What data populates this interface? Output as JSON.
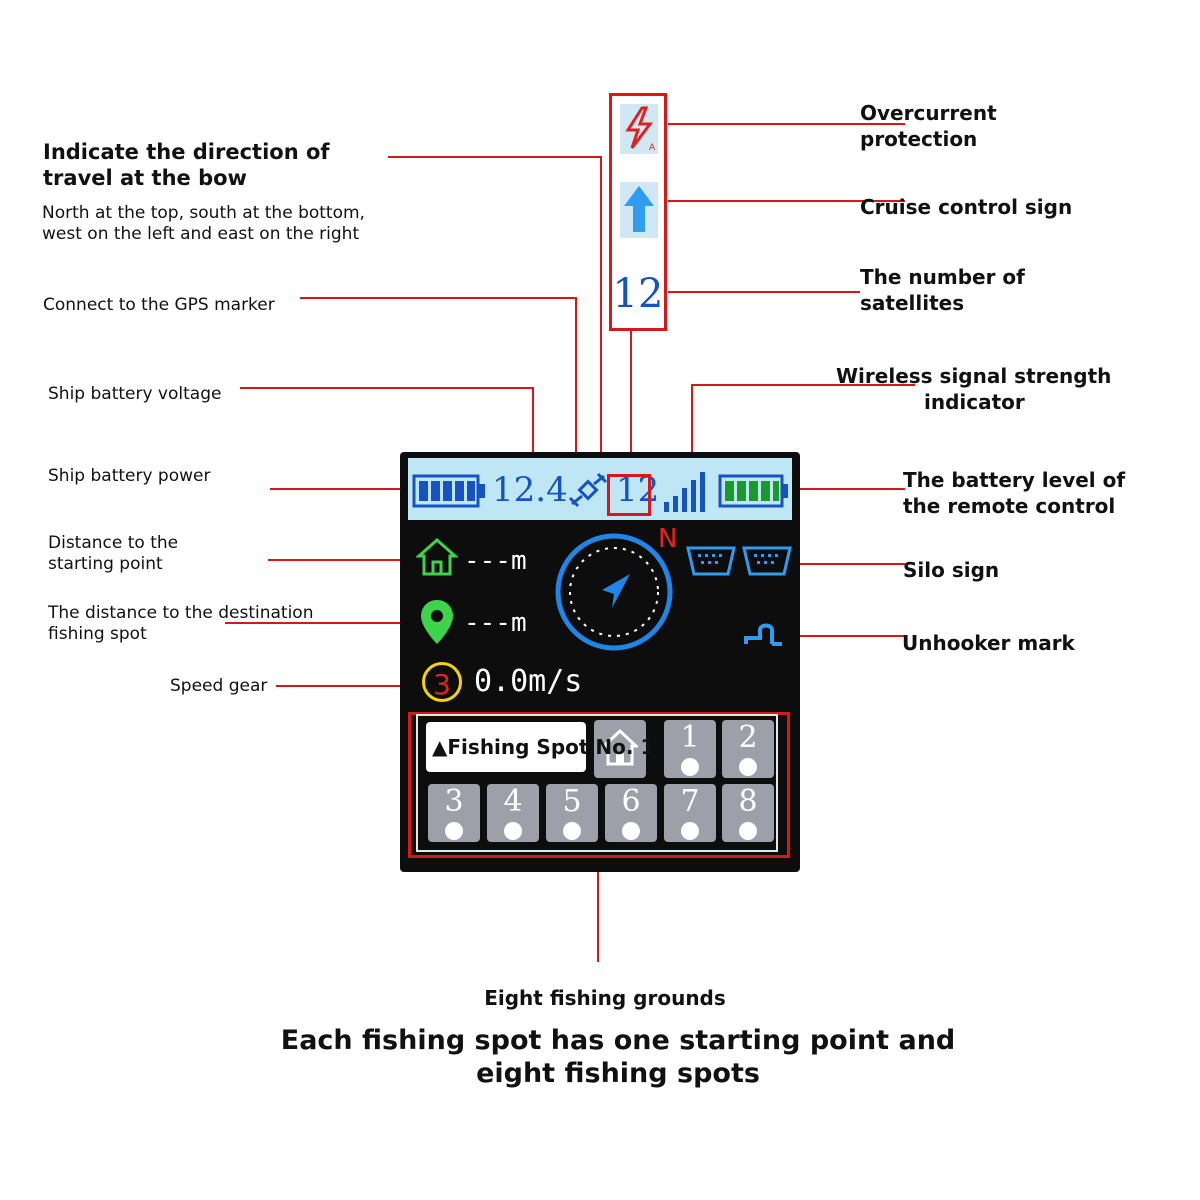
{
  "labels": {
    "direction_title": "Indicate the direction of travel at the bow",
    "direction_desc_line1": "North at the top, south at the bottom,",
    "direction_desc_line2": "west on the left and east on the right",
    "gps_marker": "Connect to the GPS marker",
    "battery_voltage": "Ship battery voltage",
    "battery_power": "Ship battery power",
    "distance_start_line1": "Distance to the",
    "distance_start_line2": "starting point",
    "distance_dest_line1": "The distance to the destination",
    "distance_dest_line2": "fishing spot",
    "speed_gear": "Speed gear",
    "overcurrent_line1": "Overcurrent",
    "overcurrent_line2": "protection",
    "cruise_control": "Cruise control sign",
    "satellites_line1": "The number of",
    "satellites_line2": "satellites",
    "wireless_line1": "Wireless signal strength",
    "wireless_line2": "indicator",
    "remote_battery_line1": "The battery level of",
    "remote_battery_line2": "the remote control",
    "silo": "Silo sign",
    "unhooker": "Unhooker mark",
    "eight_grounds": "Eight fishing grounds",
    "summary_line1": "Each fishing spot has one starting point and",
    "summary_line2": "eight fishing spots"
  },
  "display": {
    "voltage": "12.4",
    "satellites": "12",
    "north": "N",
    "distance_home": "---m",
    "distance_spot": "---m",
    "gear": "3",
    "speed": "0.0m/s",
    "spot_name": "Fishing Spot No. 1",
    "spots": [
      "1",
      "2",
      "3",
      "4",
      "5",
      "6",
      "7",
      "8"
    ]
  },
  "sidebar": {
    "satellites": "12"
  },
  "colors": {
    "leader": "#d81818",
    "screen_bg": "#0d0d0d",
    "status_bar": "#bfe6f5",
    "digits": "#1554c0",
    "battery_blue": "#1554c0",
    "battery_green": "#1a9a2a",
    "icon_green": "#3dd34a",
    "icon_blue": "#2e9cf0",
    "gear_ring": "#f5d400",
    "tile": "#9da0a8"
  },
  "icons": [
    "overcurrent-icon",
    "cruise-arrow-icon",
    "battery-icon",
    "satellite-icon",
    "signal-bars-icon",
    "home-icon",
    "location-pin-icon",
    "compass-icon",
    "silo-icon",
    "unhooker-icon"
  ]
}
